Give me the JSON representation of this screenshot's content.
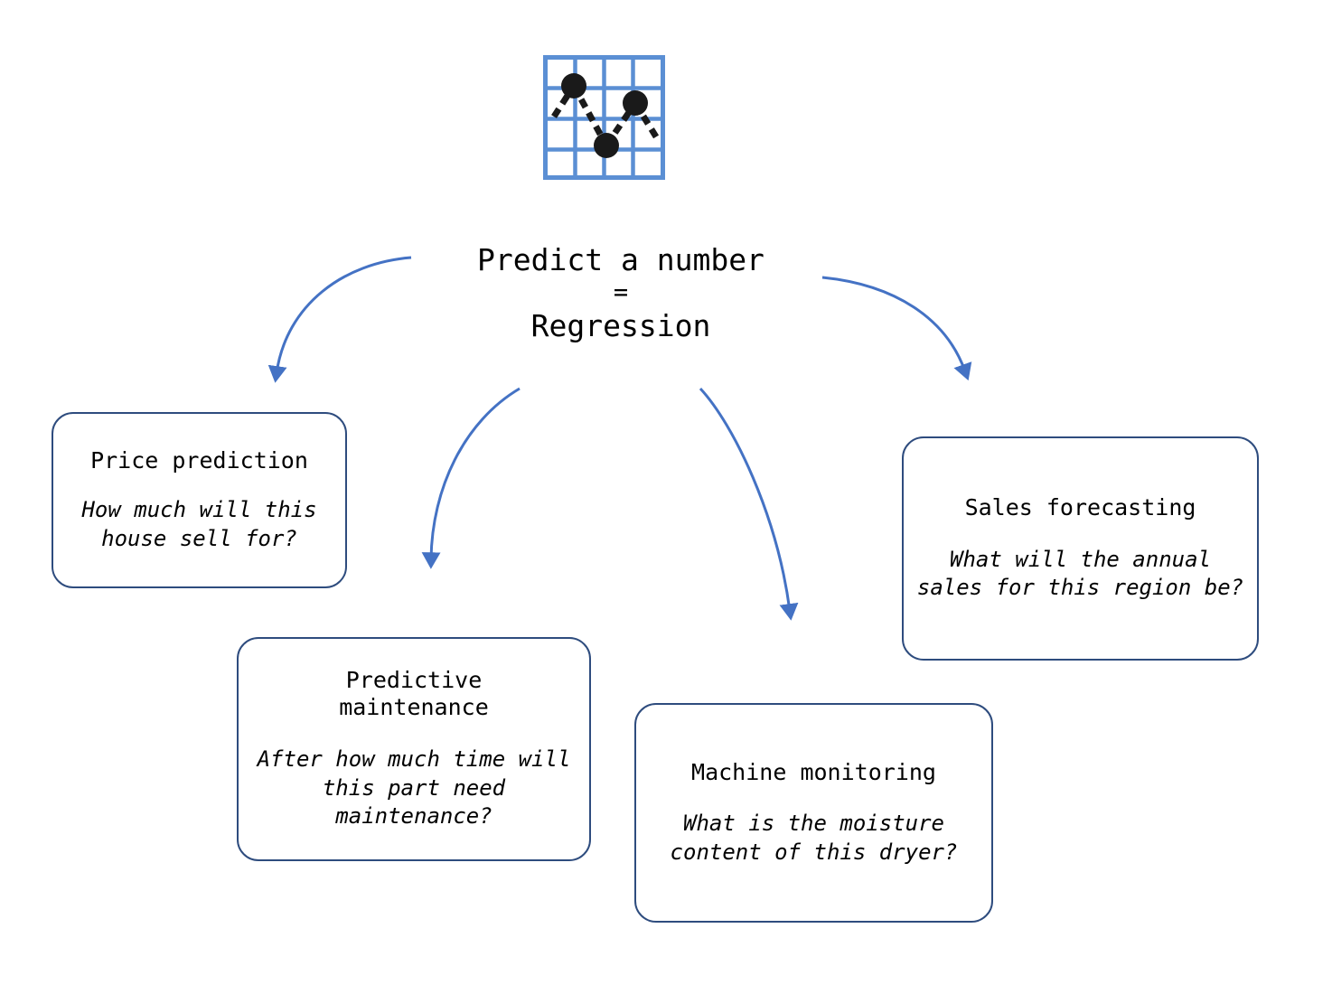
{
  "diagram": {
    "icon": {
      "name": "regression-scatter-icon",
      "grid_color": "#5B8FD4",
      "point_color": "#1A1A1A",
      "points": [
        {
          "x": 1,
          "y": 3
        },
        {
          "x": 2,
          "y": 1
        },
        {
          "x": 3,
          "y": 2.6
        }
      ]
    },
    "hub": {
      "line1": "Predict a number",
      "line2": "=",
      "line3": "Regression"
    },
    "arrow_color": "#4472C4",
    "card_border_color": "#2E4C7E",
    "cards": [
      {
        "id": "price-prediction",
        "title": "Price prediction",
        "question": "How much will this house sell for?"
      },
      {
        "id": "predictive-maintenance",
        "title": "Predictive\nmaintenance",
        "question": "After how much time will this part need maintenance?"
      },
      {
        "id": "machine-monitoring",
        "title": "Machine monitoring",
        "question": "What is the moisture content of this dryer?"
      },
      {
        "id": "sales-forecasting",
        "title": "Sales forecasting",
        "question": "What will the annual sales for this region be?"
      }
    ]
  }
}
